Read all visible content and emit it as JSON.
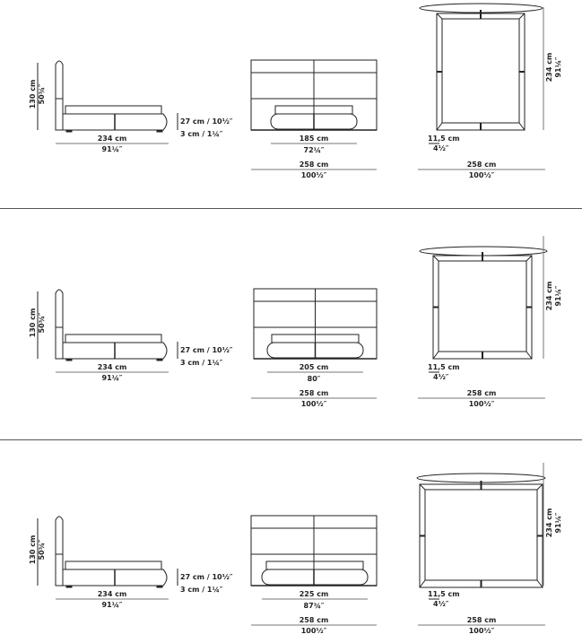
{
  "rows": [
    {
      "side": {
        "height_cm": "130 cm",
        "height_in": "50¾″",
        "length_cm": "234 cm",
        "length_in": "91¼″",
        "mattress": "27 cm / 10½″",
        "feet": "3 cm / 1¼″"
      },
      "front": {
        "bed_width_cm": "185 cm",
        "bed_width_in": "72¼″",
        "total_width_cm": "258 cm",
        "total_width_in": "100½″"
      },
      "top": {
        "depth_cm": "234 cm",
        "depth_in": "91¼″",
        "border_cm": "11,5 cm",
        "border_in": "4½″",
        "total_width_cm": "258 cm",
        "total_width_in": "100½″"
      }
    },
    {
      "side": {
        "height_cm": "130 cm",
        "height_in": "50¾″",
        "length_cm": "234 cm",
        "length_in": "91¼″",
        "mattress": "27 cm / 10½″",
        "feet": "3 cm / 1¼″"
      },
      "front": {
        "bed_width_cm": "205 cm",
        "bed_width_in": "80″",
        "total_width_cm": "258 cm",
        "total_width_in": "100½″"
      },
      "top": {
        "depth_cm": "234 cm",
        "depth_in": "91¼″",
        "border_cm": "11,5 cm",
        "border_in": "4½″",
        "total_width_cm": "258 cm",
        "total_width_in": "100½″"
      }
    },
    {
      "side": {
        "height_cm": "130 cm",
        "height_in": "50¾″",
        "length_cm": "234 cm",
        "length_in": "91¼″",
        "mattress": "27 cm / 10½″",
        "feet": "3 cm / 1¼″"
      },
      "front": {
        "bed_width_cm": "225 cm",
        "bed_width_in": "87¾″",
        "total_width_cm": "258 cm",
        "total_width_in": "100½″"
      },
      "top": {
        "depth_cm": "234 cm",
        "depth_in": "91¼″",
        "border_cm": "11,5 cm",
        "border_in": "4½″",
        "total_width_cm": "258 cm",
        "total_width_in": "100½″"
      }
    }
  ]
}
